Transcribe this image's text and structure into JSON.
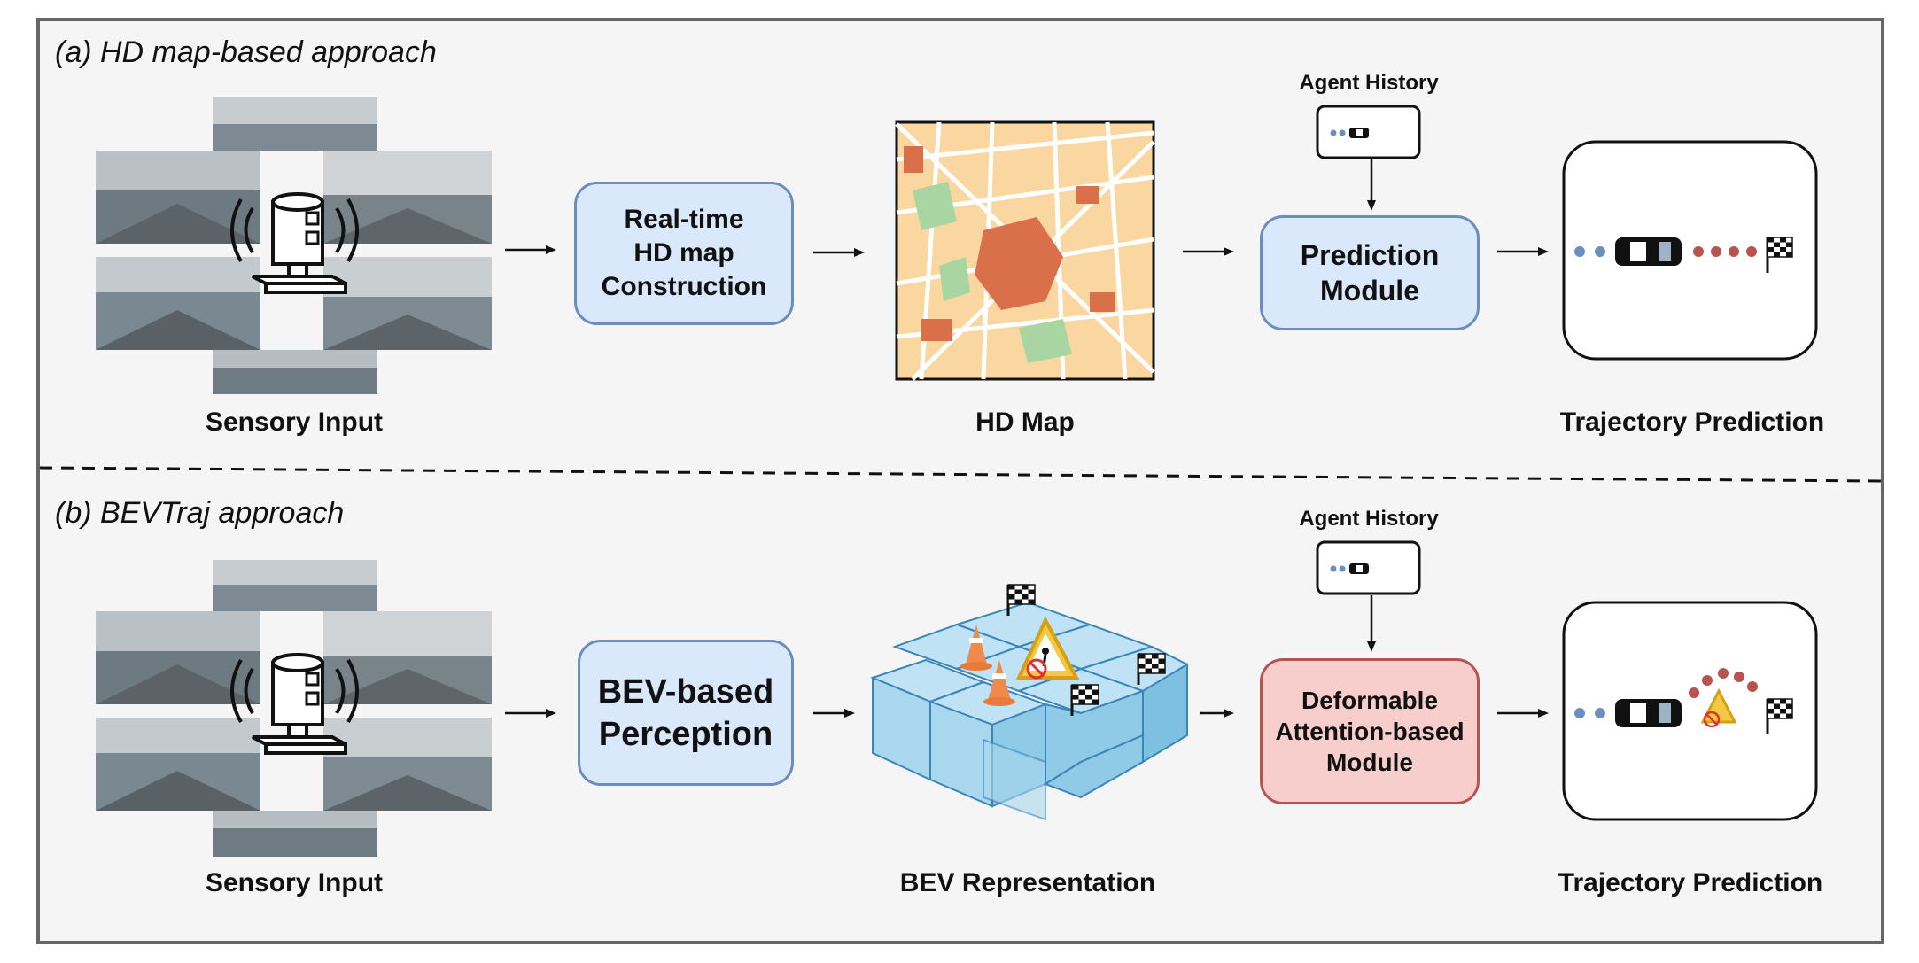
{
  "sections": [
    {
      "title": "(a) HD map-based approach"
    },
    {
      "title": "(b) BEVTraj approach"
    }
  ],
  "row_a": {
    "sensory_caption": "Sensory Input",
    "construction_box": [
      "Real-time",
      "HD map",
      "Construction"
    ],
    "map_caption": "HD Map",
    "agent_history_label": "Agent History",
    "prediction_box": [
      "Prediction",
      "Module"
    ],
    "trajectory_caption": "Trajectory Prediction"
  },
  "row_b": {
    "sensory_caption": "Sensory Input",
    "perception_box": [
      "BEV-based",
      "Perception"
    ],
    "bev_caption": "BEV Representation",
    "agent_history_label": "Agent History",
    "attention_box": [
      "Deformable",
      "Attention-based",
      "Module"
    ],
    "trajectory_caption": "Trajectory Prediction"
  },
  "colors": {
    "panel_bg": "#f5f5f5",
    "panel_border": "#666666",
    "blue_fill": "#dae8fc",
    "blue_stroke": "#6c8ebf",
    "red_fill": "#f8cecc",
    "red_stroke": "#b85450",
    "history_dot": "#6c8ebf",
    "future_dot": "#b85450",
    "bev_cube": "#a9d8ee",
    "map_block": "#fad7a0",
    "map_building": "#d9704a",
    "map_park": "#a8d5a2"
  }
}
